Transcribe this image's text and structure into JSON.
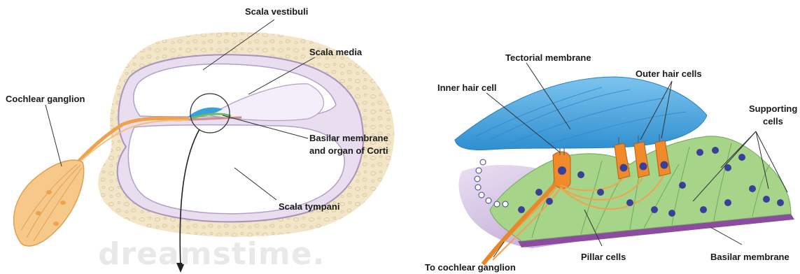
{
  "left_panel": {
    "labels": {
      "scala_vestibuli": "Scala vestibuli",
      "scala_media": "Scala media",
      "cochlear_ganglion": "Cochlear ganglion",
      "basilar_line1": "Basilar membrane",
      "basilar_line2": "and organ of Corti",
      "scala_tympani": "Scala tympani"
    },
    "watermark": "dreamstime."
  },
  "right_panel": {
    "labels": {
      "tectorial_membrane": "Tectorial membrane",
      "inner_hair_cell": "Inner hair cell",
      "outer_hair_cells": "Outer hair cells",
      "supporting_line1": "Supporting",
      "supporting_line2": "cells",
      "to_cochlear_ganglion": "To cochlear ganglion",
      "pillar_cells": "Pillar cells",
      "basilar_membrane": "Basilar membrane"
    }
  },
  "colors": {
    "bone": "#f3e6c8",
    "bone_speckle": "#d9c9a4",
    "membrane_outline": "#b7a4c8",
    "nerve": "#f0a24a",
    "tectorial": "#4aa6dc",
    "support_cells": "#a6d58a",
    "hair_cell": "#f08a2a",
    "nucleus": "#3a3f9a",
    "basilar": "#8c4aa0"
  }
}
